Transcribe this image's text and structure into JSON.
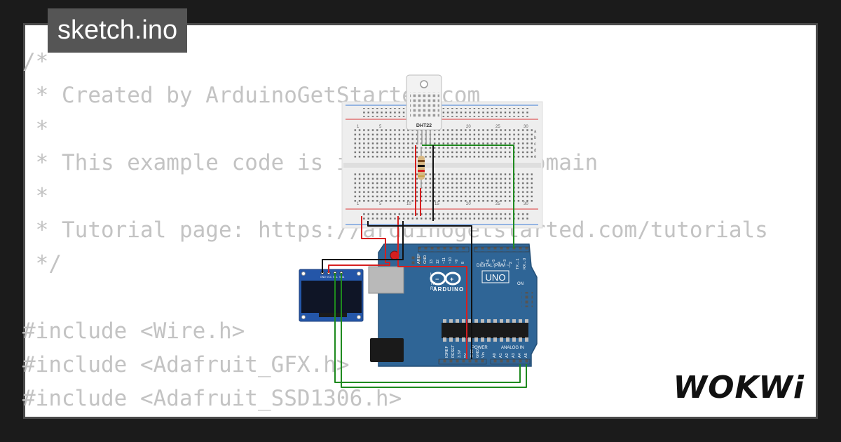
{
  "tab": {
    "title": "sketch.ino"
  },
  "code": {
    "lines": [
      "/*",
      " * Created by ArduinoGetStarted.com",
      " *",
      " * This example code is in the public domain",
      " *",
      " * Tutorial page: https://arduinogetstarted.com/tutorials",
      " */",
      "",
      "#include <Wire.h>",
      "#include <Adafruit_GFX.h>",
      "#include <Adafruit_SSD1306.h>"
    ]
  },
  "sensor": {
    "label": "DHT22"
  },
  "breadboard": {
    "col_numbers": [
      "1",
      "5",
      "10",
      "15",
      "20",
      "25",
      "30"
    ],
    "row_letters": [
      "a",
      "b",
      "c",
      "d",
      "e"
    ]
  },
  "arduino": {
    "label": "UNO",
    "brand": "ARDUINO",
    "digital_header": "DIGITAL (PWM ~)",
    "power_header": "POWER",
    "analog_header": "ANALOG IN",
    "aref": "AREF",
    "pins_top": [
      "GND",
      "13",
      "12",
      "~11",
      "~10",
      "~9",
      "8",
      "7",
      "~6",
      "~5",
      "4",
      "~3",
      "2",
      "TX→1",
      "RX←0"
    ],
    "power_pins": [
      "IOREF",
      "RESET",
      "3.3V",
      "5V",
      "GND",
      "GND",
      "Vin"
    ],
    "analog_pins": [
      "A0",
      "A1",
      "A2",
      "A3",
      "A4",
      "A5"
    ],
    "led_l": "L",
    "led_tx": "TX",
    "led_rx": "RX",
    "led_on": "ON"
  },
  "oled": {
    "pins": [
      "GND",
      "VCC",
      "SCL",
      "SDA"
    ]
  },
  "brand": {
    "logo": "WOKWi"
  },
  "colors": {
    "background": "#1b1b1b",
    "card": "#ffffff",
    "tab": "#555555",
    "code": "#c3c3c3",
    "board": "#2f6596",
    "wire_green": "#1e8a1e",
    "wire_red": "#d61f1f",
    "wire_black": "#111111"
  }
}
